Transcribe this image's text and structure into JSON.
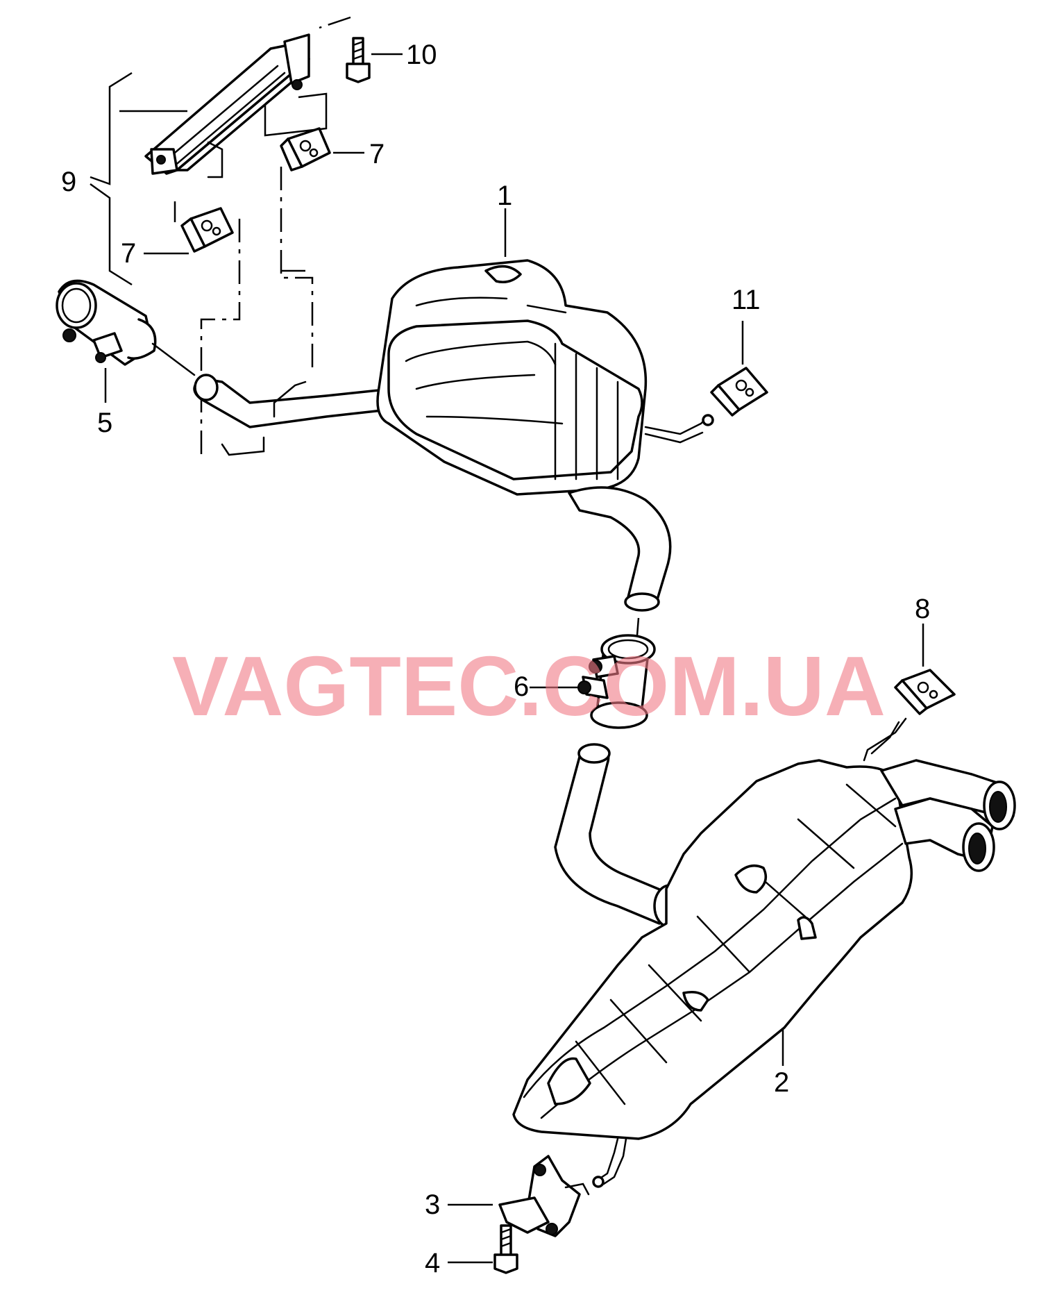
{
  "watermark": "VAGTEC.COM.UA",
  "callouts": {
    "rear_muffler_front": "1",
    "rear_muffler_rear": "2",
    "bracket": "3",
    "bolt_rear": "4",
    "clamp_front": "5",
    "clamp_middle": "6",
    "hanger_left": "7",
    "hanger_center": "7",
    "hanger_rear": "8",
    "support_bracket": "9",
    "bolt_front": "10",
    "hanger_right": "11"
  }
}
